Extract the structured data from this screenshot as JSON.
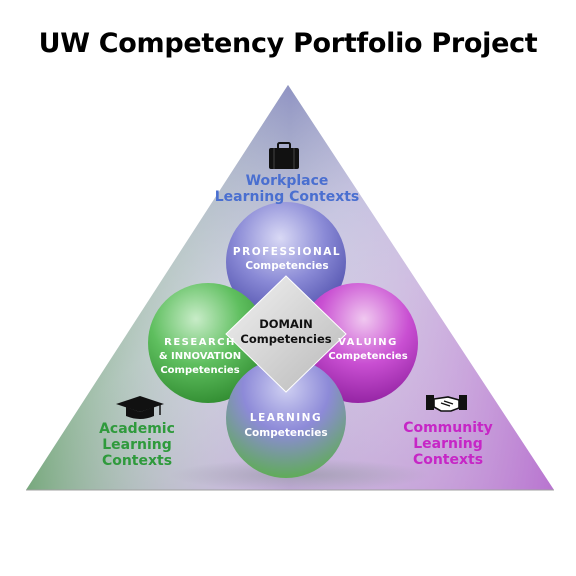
{
  "title": "UW Competency Portfolio Project",
  "contexts": {
    "workplace": {
      "lines": [
        "Workplace",
        "Learning Contexts"
      ],
      "color": "#4a6fd0",
      "icon": "briefcase-icon"
    },
    "academic": {
      "lines": [
        "Academic",
        "Learning",
        "Contexts"
      ],
      "color": "#2f9a3c",
      "icon": "graduation-cap-icon"
    },
    "community": {
      "lines": [
        "Community",
        "Learning",
        "Contexts"
      ],
      "color": "#c626c6",
      "icon": "handshake-icon"
    }
  },
  "competencies": {
    "professional": {
      "lines": [
        "PROFESSIONAL",
        "Competencies"
      ],
      "color": "#6a6ad0"
    },
    "research": {
      "lines": [
        "RESEARCH",
        "& INNOVATION",
        "Competencies"
      ],
      "color": "#4caa4c"
    },
    "valuing": {
      "lines": [
        "VALUING",
        "Competencies"
      ],
      "color": "#c63cc6"
    },
    "learning": {
      "lines": [
        "LEARNING",
        "Competencies"
      ],
      "color": "#7a7adc"
    },
    "domain": {
      "lines": [
        "DOMAIN",
        "Competencies"
      ],
      "color": "#d0d0d0"
    }
  }
}
